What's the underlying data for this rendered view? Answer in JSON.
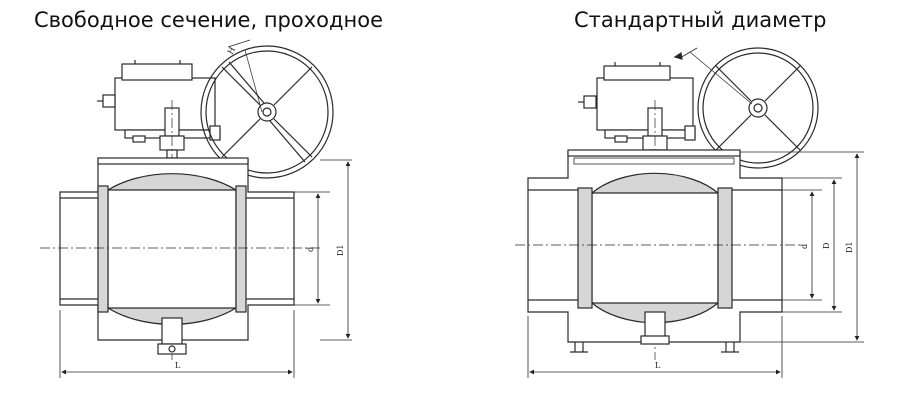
{
  "left_panel": {
    "title": "Свободное сечение, проходное",
    "dimensions": {
      "length": "L",
      "bore": "d",
      "flange": "D1"
    }
  },
  "right_panel": {
    "title": "Стандартный диаметр",
    "dimensions": {
      "length": "L",
      "bore": "d",
      "outer": "D",
      "flange": "D1"
    }
  },
  "colors": {
    "line": "#2a2a2a",
    "ball_fill": "#d6d6d6",
    "body_fill": "#ffffff"
  }
}
